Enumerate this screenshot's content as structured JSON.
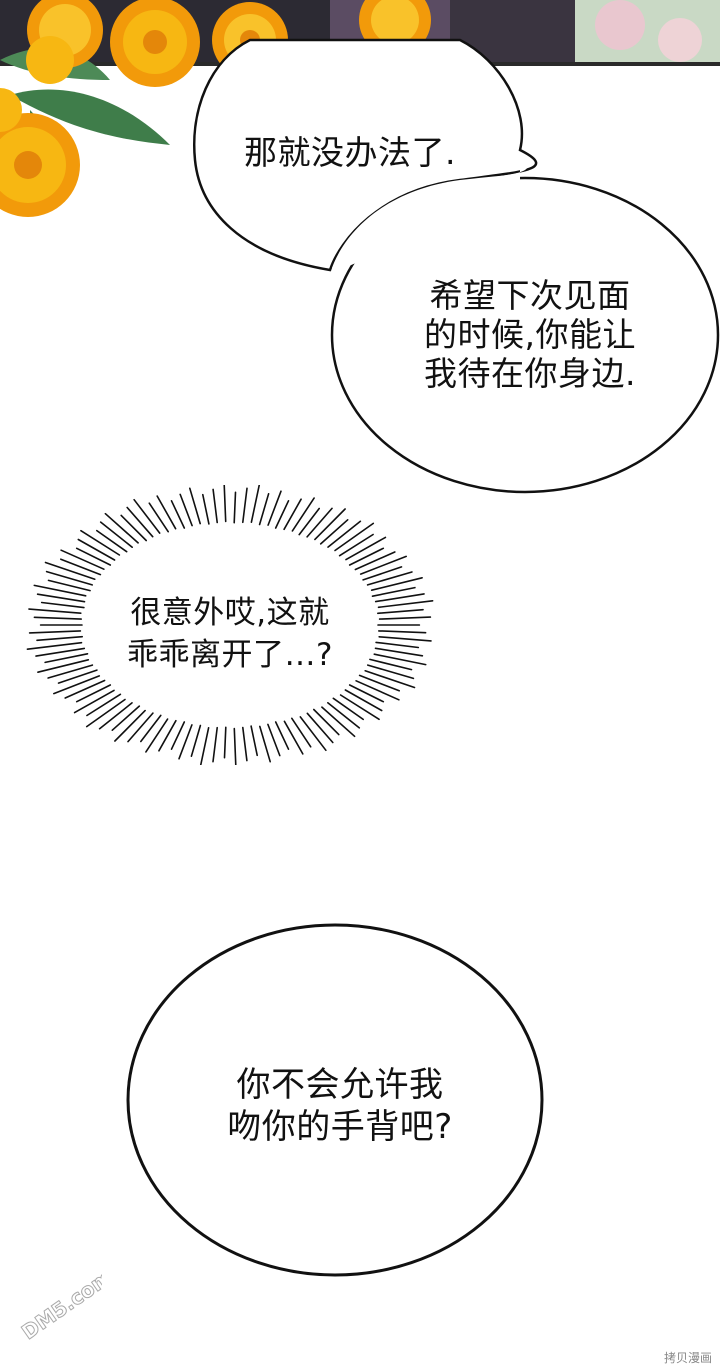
{
  "panel": {
    "bubble1": {
      "lines": [
        "那就没办法了."
      ]
    },
    "bubble2": {
      "lines": [
        "希望下次见面",
        "的时候,你能让",
        "我待在你身边."
      ]
    },
    "burst": {
      "lines": [
        "很意外哎,这就",
        "乖乖离开了…?"
      ]
    },
    "bubble3": {
      "lines": [
        "你不会允许我",
        "吻你的手背吧?"
      ]
    }
  },
  "watermark": {
    "left_logo_text": "DM5.com",
    "right_text": "拷贝漫画"
  },
  "colors": {
    "flower_yellow": "#f7b712",
    "flower_orange": "#f29a0a",
    "leaf_green": "#3f7d4a",
    "bubble_stroke": "#111111",
    "background": "#ffffff"
  }
}
